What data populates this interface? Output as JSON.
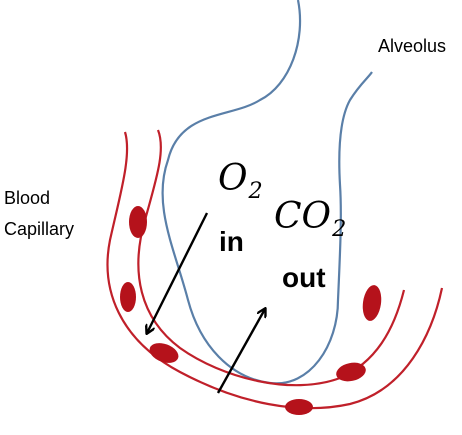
{
  "labels": {
    "alveolus": "Alveolus",
    "blood_line1": "Blood",
    "blood_line2": "Capillary"
  },
  "gases": {
    "oxygen": {
      "symbol": "O",
      "subscript": "2",
      "direction": "in"
    },
    "carbon_dioxide": {
      "symbol": "CO",
      "subscript": "2",
      "direction": "out"
    }
  },
  "colors": {
    "alveolus_wall": "#5a7fa8",
    "capillary_wall": "#c0202a",
    "red_blood_cell": "#b5121b",
    "arrow": "#000000",
    "text": "#000000"
  },
  "icons": {
    "oxygen_arrow": "arrow-down-left-icon",
    "co2_arrow": "arrow-up-right-icon"
  }
}
